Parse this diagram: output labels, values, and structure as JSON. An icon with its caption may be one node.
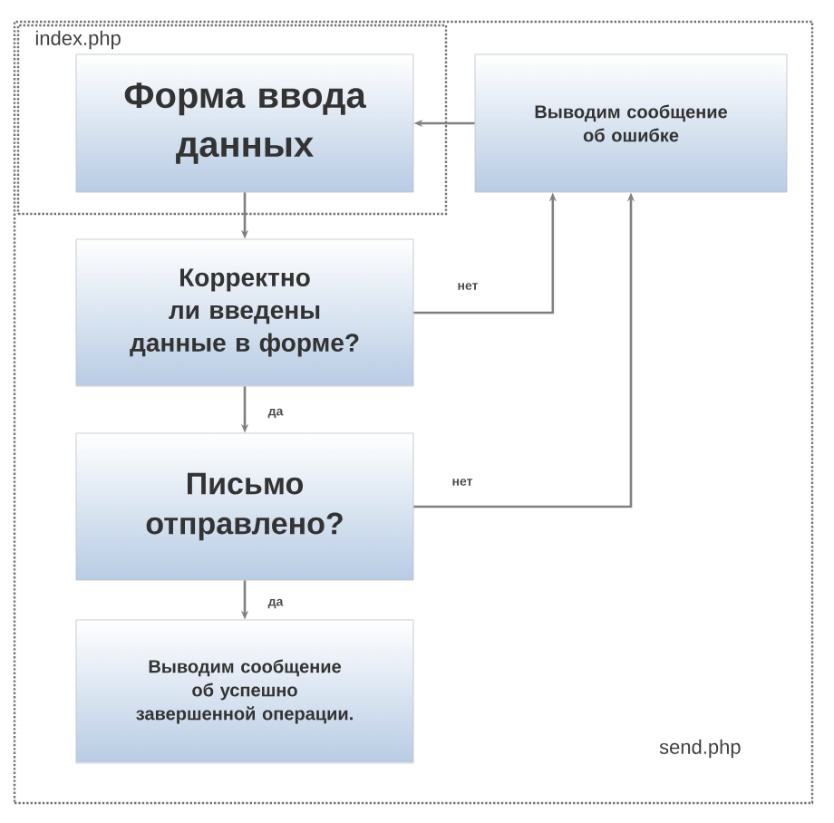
{
  "diagram": {
    "nodes": [
      {
        "text": [
          "send.php"
        ]
      },
      {
        "text": [
          "index.php"
        ],
        "in": 0
      },
      {
        "text": [
          "Форма ввода данных"
        ],
        "in": 1
      },
      {
        "text": [
          "Выводим сообщение об ошибке"
        ],
        "in": 0
      },
      {
        "text": [
          "Корректно ли введены данные в форме?"
        ],
        "in": 0
      },
      {
        "text": [
          "Письмо отправлено?"
        ],
        "in": 0
      },
      {
        "text": [
          "Выводим сообщение об успешно завершенной операции."
        ],
        "in": 0
      }
    ],
    "edges": [
      {
        "from": 2,
        "to": 4,
        "arrow": "to"
      },
      {
        "from": 4,
        "to": 3,
        "arrow": "to",
        "label": "нет"
      },
      {
        "from": 5,
        "to": 3,
        "arrow": "to",
        "label": "нет"
      },
      {
        "from": 4,
        "to": 5,
        "arrow": "to",
        "label": "да"
      },
      {
        "from": 5,
        "to": 6,
        "arrow": "to",
        "label": "да"
      },
      {
        "from": 3,
        "to": 2,
        "arrow": "to"
      }
    ]
  }
}
